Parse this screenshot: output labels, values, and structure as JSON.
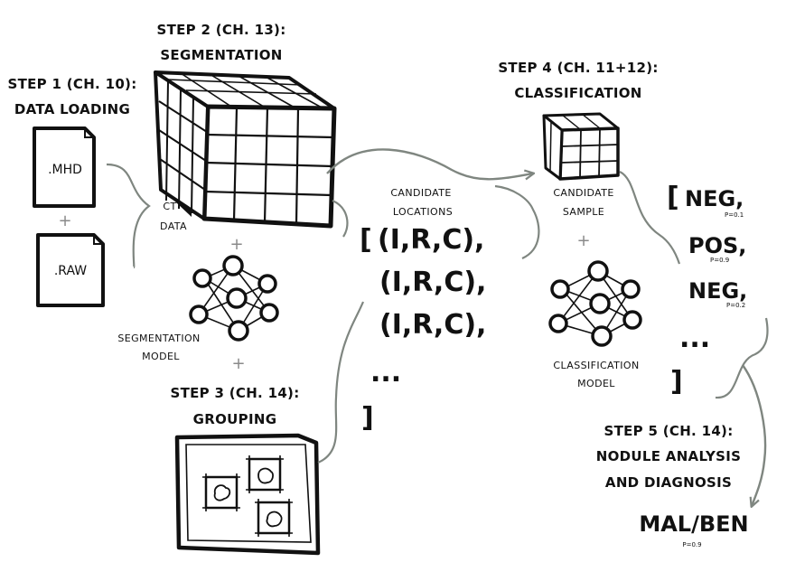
{
  "steps": {
    "step1": {
      "line1": "STEP 1 (CH. 10):",
      "line2": "DATA LOADING"
    },
    "step2": {
      "line1": "STEP 2 (CH. 13):",
      "line2": "SEGMENTATION"
    },
    "step3": {
      "line1": "STEP 3 (CH. 14):",
      "line2": "GROUPING"
    },
    "step4": {
      "line1": "STEP 4 (CH. 11+12):",
      "line2": "CLASSIFICATION"
    },
    "step5": {
      "line1": "STEP 5 (CH. 14):",
      "line2": "NODULE ANALYSIS",
      "line3": "AND DIAGNOSIS"
    }
  },
  "files": {
    "mhd": ".MHD",
    "raw": ".RAW",
    "plus": "+"
  },
  "ct_data": {
    "line1": "CT",
    "line2": "DATA"
  },
  "segmentation_model": {
    "line1": "SEGMENTATION",
    "line2": "MODEL"
  },
  "plus_sign": "+",
  "candidate_locations": {
    "label1": "CANDIDATE",
    "label2": "LOCATIONS",
    "open": "[",
    "items": [
      "(I,R,C),",
      "(I,R,C),",
      "(I,R,C),"
    ],
    "ellipsis": "...",
    "close": "]"
  },
  "candidate_sample": {
    "line1": "CANDIDATE",
    "line2": "SAMPLE"
  },
  "classification_model": {
    "line1": "CLASSIFICATION",
    "line2": "MODEL"
  },
  "classification_output": {
    "open": "[",
    "items": [
      {
        "label": "NEG,",
        "p": "P=0.1"
      },
      {
        "label": "POS,",
        "p": "P=0.9"
      },
      {
        "label": "NEG,",
        "p": "P=0.2"
      }
    ],
    "ellipsis": "...",
    "close": "]"
  },
  "diagnosis": {
    "label": "MAL/BEN",
    "p": "P=0.9"
  },
  "colors": {
    "ink": "#111111",
    "arrow": "#7f8680"
  }
}
